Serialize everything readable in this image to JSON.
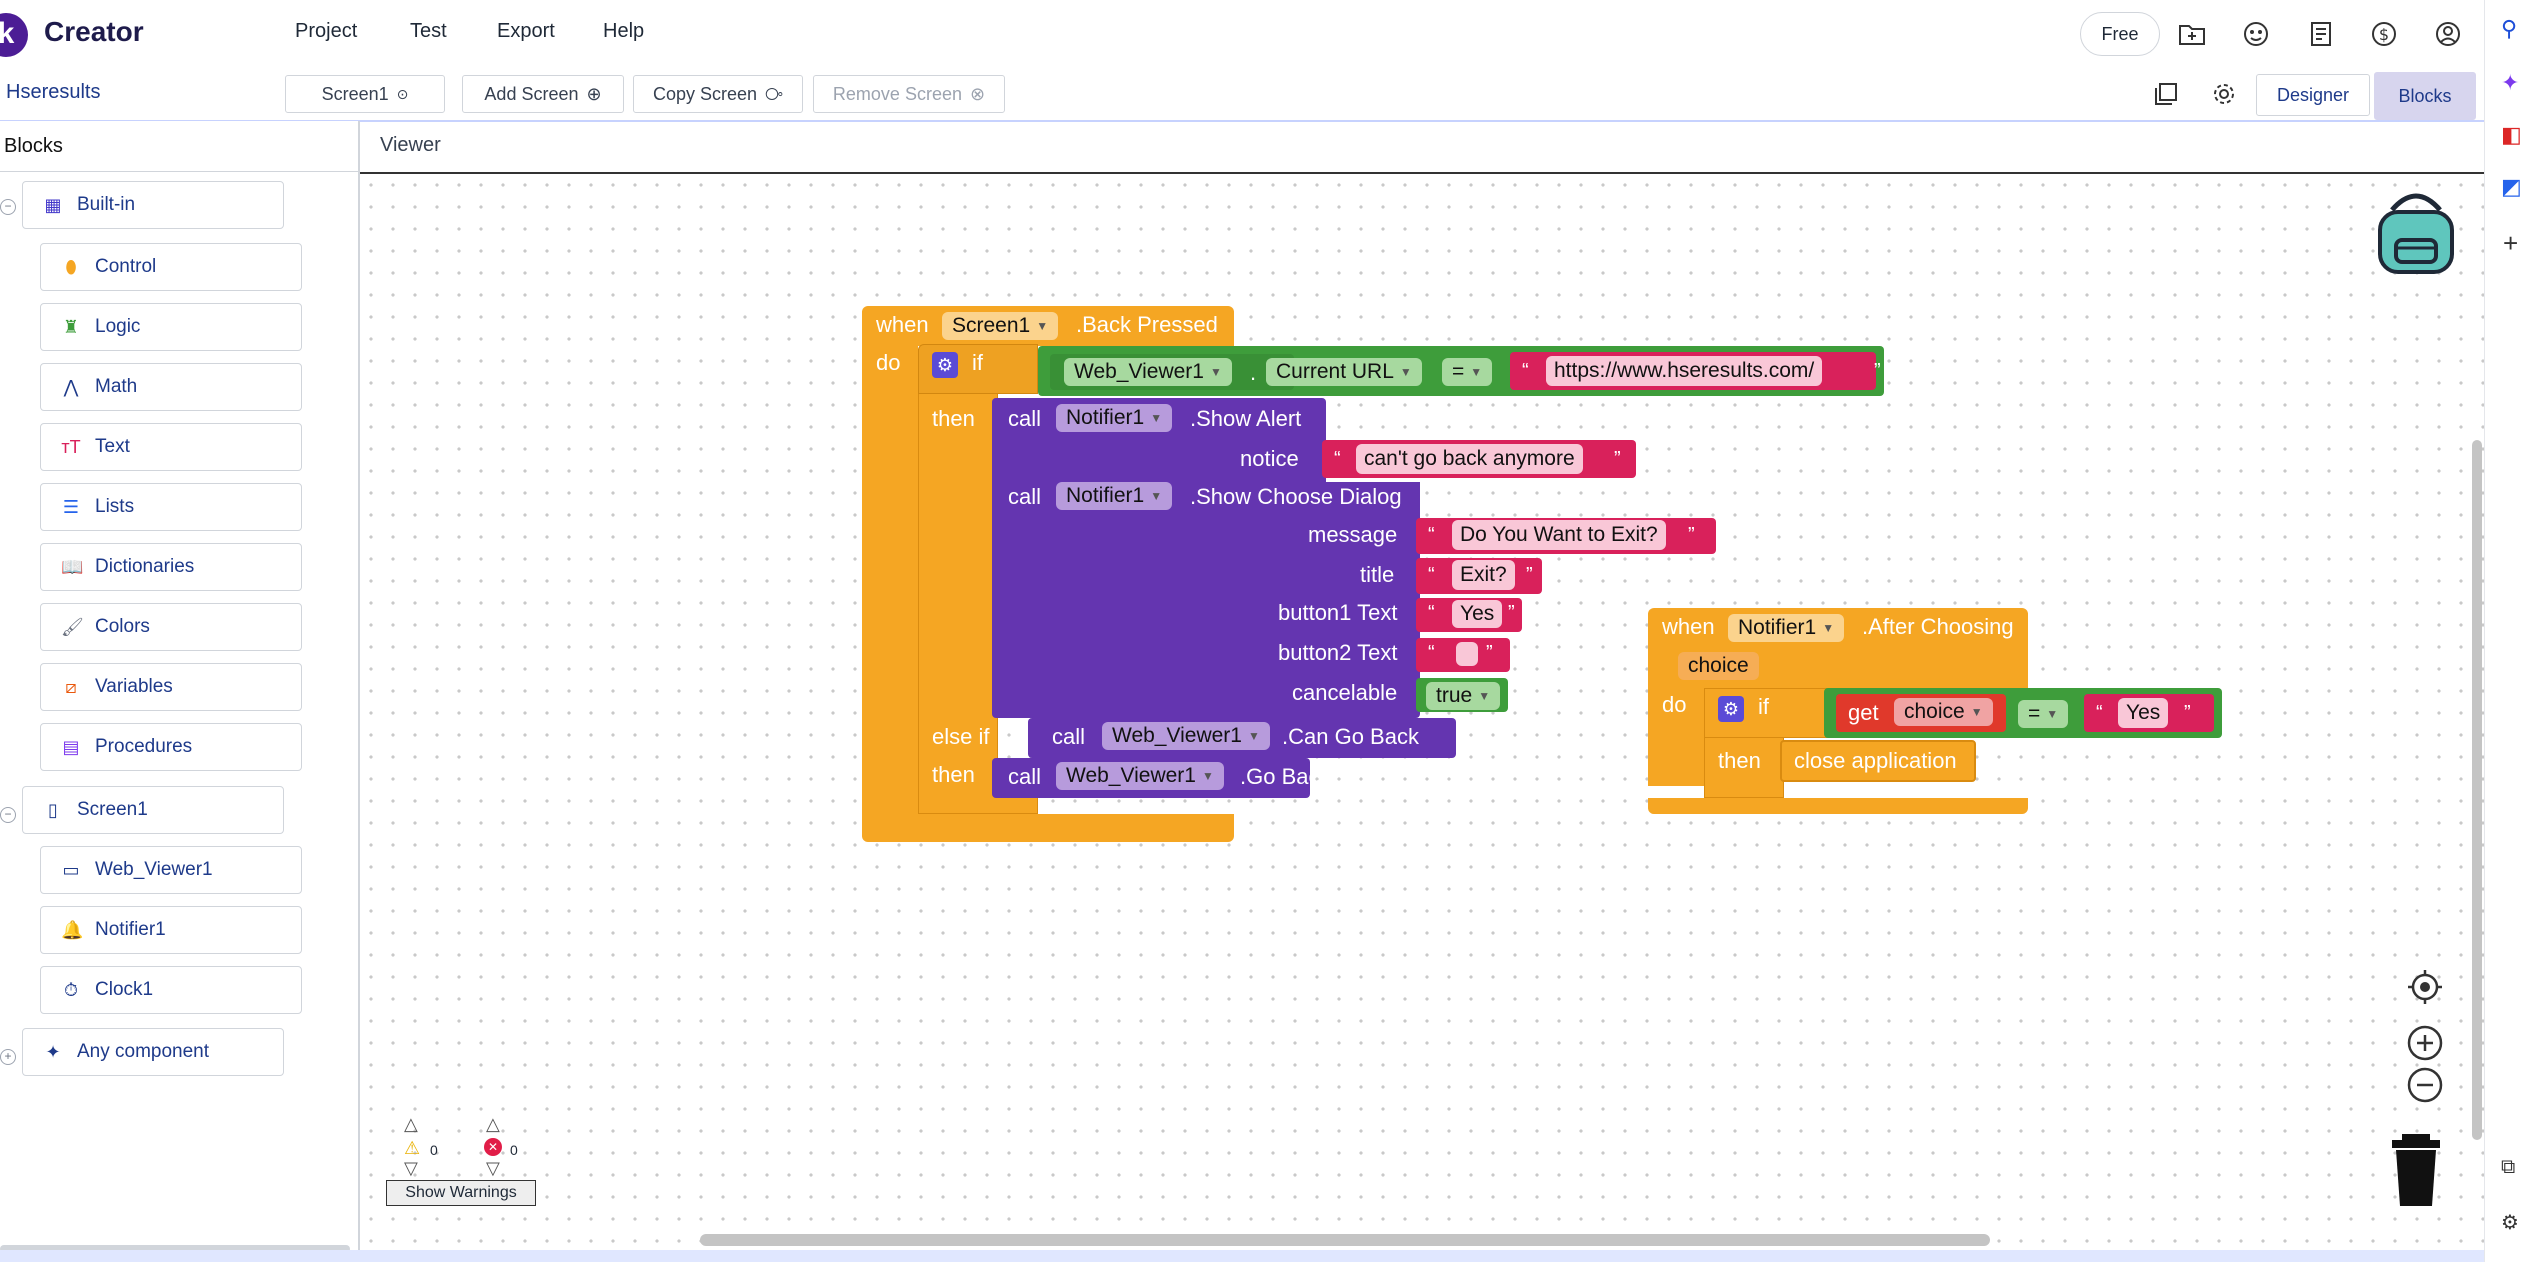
{
  "app": {
    "logo_letter": "k",
    "title": "Creator"
  },
  "menu": {
    "project": "Project",
    "test": "Test",
    "export": "Export",
    "help": "Help"
  },
  "plan": {
    "label": "Free"
  },
  "project": {
    "name": "Hseresults"
  },
  "toolbar": {
    "screen": "Screen1",
    "add_screen": "Add Screen",
    "copy_screen": "Copy Screen",
    "remove_screen": "Remove Screen",
    "designer": "Designer",
    "blocks": "Blocks"
  },
  "panel": {
    "title": "Blocks",
    "viewer": "Viewer"
  },
  "builtin": {
    "label": "Built-in",
    "items": [
      "Control",
      "Logic",
      "Math",
      "Text",
      "Lists",
      "Dictionaries",
      "Colors",
      "Variables",
      "Procedures"
    ]
  },
  "screen_tree": {
    "label": "Screen1",
    "items": [
      "Web_Viewer1",
      "Notifier1",
      "Clock1"
    ]
  },
  "any_component": "Any component",
  "warnings": {
    "warn_count": "0",
    "error_count": "0",
    "button": "Show Warnings"
  },
  "colors": {
    "control": "#f5a623",
    "component": "#6435b0",
    "logic": "#3e9d3b",
    "text": "#d9215b",
    "variable": "#e0392b"
  },
  "block1": {
    "when": "when",
    "screen": "Screen1",
    "event": ".Back Pressed",
    "do": "do",
    "if": "if",
    "webviewer": "Web_Viewer1",
    "dot": ".",
    "current_url": "Current URL",
    "eq": "=",
    "url": "https://www.hseresults.com/",
    "then": "then",
    "call": "call",
    "notifier": "Notifier1",
    "show_alert": ".Show Alert",
    "notice": "notice",
    "notice_text": "can't go back anymore",
    "show_choose": ".Show Choose Dialog",
    "message": "message",
    "message_text": "Do You Want to Exit?",
    "title": "title",
    "title_text": "Exit?",
    "button1": "button1 Text",
    "button1_text": "Yes",
    "button2": "button2 Text",
    "cancelable": "cancelable",
    "cancelable_val": "true",
    "else_if": "else if",
    "can_go_back": ".Can Go Back",
    "go_back": ".Go Back"
  },
  "block2": {
    "when": "when",
    "notifier": "Notifier1",
    "event": ".After Choosing",
    "param": "choice",
    "do": "do",
    "if": "if",
    "get": "get",
    "var": "choice",
    "eq": "=",
    "yes": "Yes",
    "then": "then",
    "close": "close application"
  },
  "quote": "“",
  "quote_close": "”"
}
